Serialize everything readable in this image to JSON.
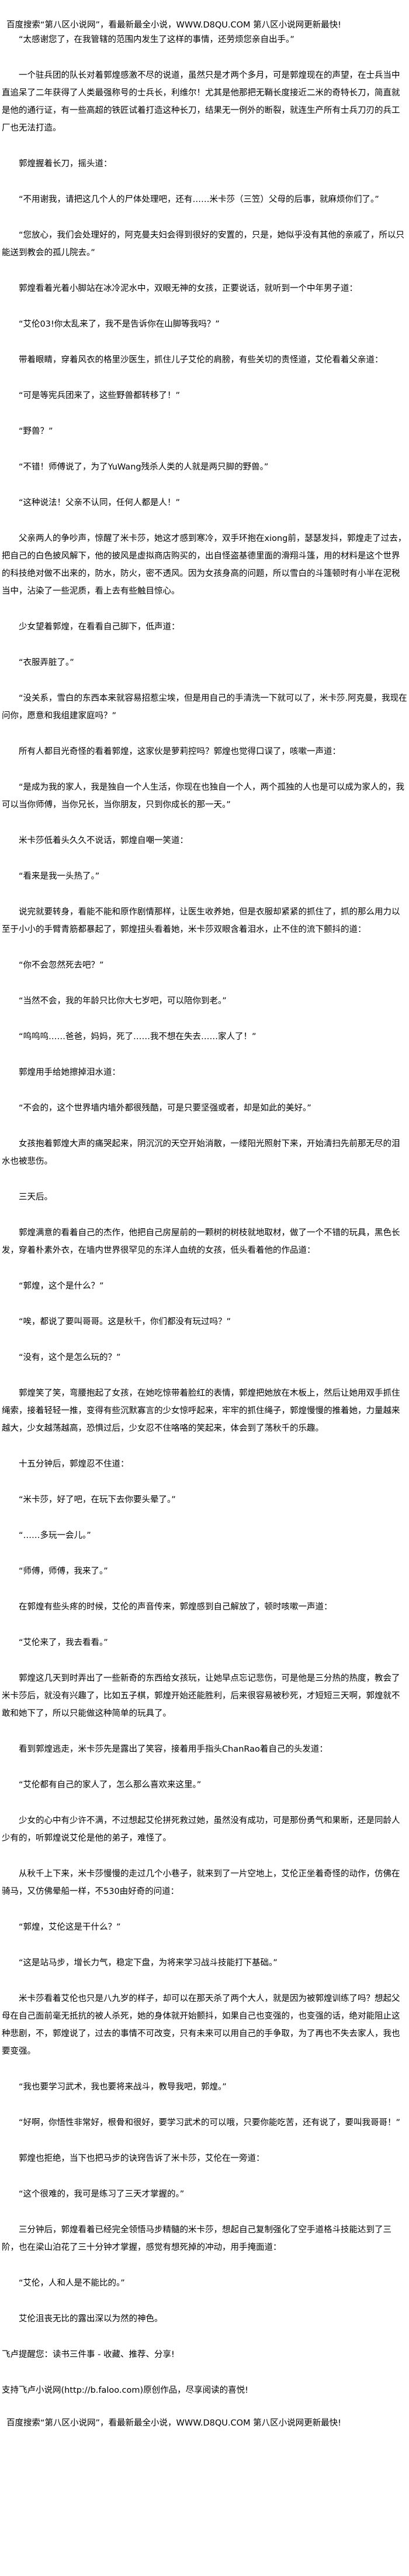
{
  "header_banner": "百度搜索“第八区小说网”，看最新最全小说，WWW.D8QU.COM   第八区小说网更新最快!",
  "paragraphs": [
    "“太感谢您了，在我管辖的范围内发生了这样的事情，还劳烦您亲自出手。”",
    "一个驻兵团的队长对着郭煌感激不尽的说道，虽然只是才两个多月，可是郭煌现在的声望，在士兵当中直追呆了二年获得了人类最强称号的士兵长，利维尔！尤其是他那把无鞘长度接近二米的奇特长刀，简直就是他的通行证，有一些高超的铁匠试着打造这种长刀，结果无一例外的断裂，就连生产所有士兵刀刃的兵工厂也无法打造。",
    "郭煌握着长刀，摇头道：",
    "“不用谢我，请把这几个人的尸体处理吧，还有……米卡莎（三笠）父母的后事，就麻烦你们了。”",
    "“您放心，我们会处理好的，阿克曼夫妇会得到很好的安置的，只是，她似乎没有其他的亲戚了，所以只能送到教会的孤儿院去。”",
    "郭煌看着光着小脚站在冰冷泥水中，双眼无神的女孩，正要说话，就听到一个中年男子道：",
    "“艾伦03!你太乱来了，我不是告诉你在山脚等我吗？”",
    "带着眼睛，穿着风衣的格里沙医生，抓住儿子艾伦的肩膀，有些关切的责怪道，艾伦看着父亲道：",
    "“可是等宪兵团来了，这些野兽都转移了！”",
    "“野兽？”",
    "“不错！师傅说了，为了YuWang残杀人类的人就是两只脚的野兽。”",
    "“这种说法！父亲不认同，任何人都是人！”",
    "父亲两人的争吵声，惊醒了米卡莎，她这才感到寒冷，双手环抱在xiong前，瑟瑟发抖，郭煌走了过去，把自己的白色披风解下，他的披风是虚拟商店购买的，出自怪盗基德里面的滑翔斗篷，用的材料是这个世界的科技绝对做不出来的，防水，防火，密不透风。因为女孩身高的问题，所以雪白的斗篷顿时有小半在泥税当中，沾染了一些泥质，看上去有些触目惊心。",
    "少女望着郭煌，在看看自己脚下，低声道：",
    "“衣服弄脏了。”",
    "“没关系，雪白的东西本来就容易招惹尘埃，但是用自己的手清洗一下就可以了，米卡莎.阿克曼，我现在问你，愿意和我组建家庭吗？”",
    "所有人都目光奇怪的看着郭煌，这家伙是萝莉控吗？郭煌也觉得口误了，咳嗽一声道：",
    "“是成为我的家人，我是独自一个人生活，你现在也独自一个人，两个孤独的人也是可以成为家人的，我可以当你师傅，当你兄长，当你朋友，只到你成长的那一天。”",
    "米卡莎低着头久久不说话，郭煌自嘲一笑道：",
    "“看来是我一头热了。”",
    "说完就要转身，看能不能和原作剧情那样，让医生收养她，但是衣服却紧紧的抓住了，抓的那么用力以至于小小的手臂青筋都暴起了，郭煌扭头看着她，米卡莎双眼含着泪水，止不住的流下颤抖的道：",
    "“你不会忽然死去吧？”",
    "“当然不会，我的年龄只比你大七岁吧，可以陪你到老。”",
    "“呜呜呜……爸爸，妈妈，死了……我不想在失去……家人了！”",
    "郭煌用手给她擦掉泪水道：",
    "“不会的，这个世界墙内墙外都很残酷，可是只要坚强或者，却是如此的美好。”",
    "女孩抱着郭煌大声的痛哭起来，阴沉沉的天空开始消散，一缕阳光照射下来，开始清扫先前那无尽的泪水也被悲伤。",
    "三天后。",
    "郭煌满意的看着自己的杰作，他把自己房屋前的一颗树的树枝就地取材，做了一个不错的玩具，黑色长发，穿着朴素外衣，在墙内世界很罕见的东洋人血统的女孩，低头看着他的作品道：",
    "“郭煌，这个是什么？”",
    "“唉，都说了要叫哥哥。这是秋千，你们都没有玩过吗？”",
    "“没有，这个是怎么玩的？”",
    "郭煌笑了笑，弯腰抱起了女孩，在她吃惊带着脸红的表情，郭煌把她放在木板上，然后让她用双手抓住绳索，接着轻轻一推，变得有些沉默寡言的少女惊呼起来，牢牢的抓住绳子，郭煌慢慢的推着她，力量越来越大，少女越荡越高，恐惧过后，少女忍不住咯咯的笑起来，体会到了荡秋千的乐趣。",
    "十五分钟后，郭煌忍不住道：",
    "“米卡莎，好了吧，在玩下去你要头晕了。”",
    "“……多玩一会儿。”",
    "“师傅，师傅，我来了。”",
    "在郭煌有些头疼的时候，艾伦的声音传来，郭煌感到自己解放了，顿时咳嗽一声道：",
    "“艾伦来了，我去看看。”",
    "郭煌这几天到时弄出了一些新奇的东西给女孩玩，让她早点忘记悲伤，可是他是三分热的热度，教会了米卡莎后，就没有兴趣了，比如五子棋，郭煌开始还能胜利，后来很容易被秒死，才短短三天啊，郭煌就不敢和她下了，所以只能做这种简单的玩具了。",
    "看到郭煌逃走，米卡莎先是露出了笑容，接着用手指头ChanRao着自己的头发道：",
    "“艾伦都有自己的家人了，怎么那么喜欢来这里。”",
    "少女的心中有少许不满，不过想起艾伦拼死救过她，虽然没有成功，可是那份勇气和果断，还是同龄人少有的，听郭煌说艾伦是他的弟子，难怪了。",
    "从秋千上下来，米卡莎慢慢的走过几个小巷子，就来到了一片空地上，艾伦正坐着奇怪的动作，仿佛在骑马，又仿佛晕船一样，不530由好奇的问道：",
    "“郭煌，艾伦这是干什么？”",
    "“这是站马步，增长力气，稳定下盘，为将来学习战斗技能打下基础。”",
    "米卡莎看着艾伦也只是八九岁的样子，却可以在那天杀了两个大人，就是因为被郭煌训练了吗？想起父母在自己面前毫无抵抗的被人杀死，她的身体就开始颤抖，如果自己也变强的，也变强的话，绝对能阻止这种悲剧，不，郭煌说了，过去的事情不可改变，只有未来可以用自己的手争取，为了再也不失去家人，我也要变强。",
    "“我也要学习武术，我也要将来战斗，教导我吧，郭煌。”",
    "“好啊，你悟性非常好，根骨和很好，要学习武术的可以哦，只要你能吃苦，还有说了，要叫我哥哥！”",
    "郭煌也拒绝，当下也把马步的诀窍告诉了米卡莎，艾伦在一旁道：",
    "“这个很难的，我可是练习了三天才掌握的。”",
    "三分钟后，郭煌看着已经完全领悟马步精髓的米卡莎，想起自己复制强化了空手道格斗技能达到了三阶，也在梁山泊花了三十分钟才掌握，感觉有想死掉的冲动，用手掩面道：",
    "“艾伦，人和人是不能比的。”",
    "艾伦沮丧无比的露出深以为然的神色。"
  ],
  "footer_notes": [
    "飞卢提醒您：读书三件事 - 收藏、推荐、分享!",
    "支持飞卢小说网(http://b.faloo.com)原创作品，尽享阅读的喜悦!"
  ],
  "footer_banner": "百度搜索“第八区小说网”，看最新最全小说，WWW.D8QU.COM   第八区小说网更新最快!"
}
